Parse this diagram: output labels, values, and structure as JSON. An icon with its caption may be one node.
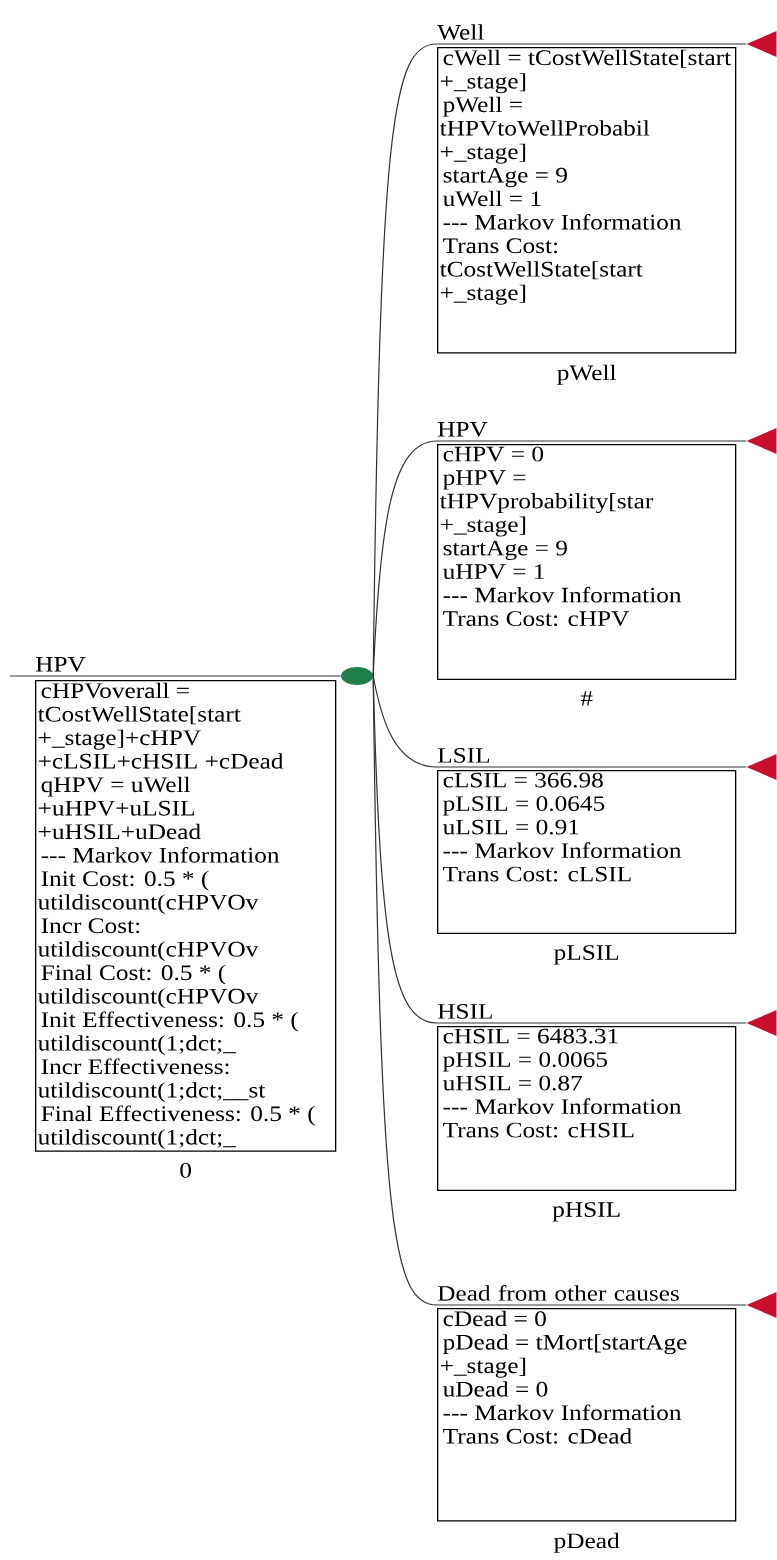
{
  "diagram": {
    "nodes": [
      {
        "text": [
          "HPV",
          "cHPVoverall = tCostWellState[start +_stage]+cHPV +cLSIL+cHSIL +cDead",
          "qHPV = uWell +uHPV+uLSIL +uHSIL+uDead",
          "--- Markov Information",
          "Init Cost: 0.5 * ( utildiscount(cHPVOv",
          "Incr Cost: utildiscount(cHPVOv",
          "Final Cost: 0.5 * ( utildiscount(cHPVOv",
          "Init Effectiveness: 0.5 * ( utildiscount(1;dct;_",
          "Incr Effectiveness: utildiscount(1;dct;__st",
          "Final Effectiveness: 0.5 * ( utildiscount(1;dct;_"
        ],
        "beside": [
          "0"
        ]
      },
      {
        "text": [],
        "shape": "circle"
      },
      {
        "text": [
          "Well",
          "cWell = tCostWellState[start +_stage]",
          "pWell = tHPVtoWellProbabil +_stage]",
          "startAge = 9",
          "uWell = 1",
          "--- Markov Information",
          "Trans Cost: tCostWellState[start +_stage]"
        ],
        "beside": [
          "pWell"
        ]
      },
      {
        "text": [
          "HPV",
          "cHPV = 0",
          "pHPV = tHPVprobability[star +_stage]",
          "startAge = 9",
          "uHPV = 1",
          "--- Markov Information",
          "Trans Cost: cHPV"
        ],
        "beside": [
          "#"
        ]
      },
      {
        "text": [
          "LSIL",
          "cLSIL = 366.98",
          "pLSIL = 0.0645",
          "uLSIL = 0.91",
          "--- Markov Information",
          "Trans Cost: cLSIL"
        ],
        "beside": [
          "pLSIL"
        ]
      },
      {
        "text": [
          "HSIL",
          "cHSIL = 6483.31",
          "pHSIL = 0.0065",
          "uHSIL = 0.87",
          "--- Markov Information",
          "Trans Cost: cHSIL"
        ],
        "beside": [
          "pHSIL"
        ]
      },
      {
        "text": [
          "Dead from other causes",
          "cDead = 0",
          "pDead = tMort[startAge +_stage]",
          "uDead = 0",
          "--- Markov Information",
          "Trans Cost: cDead"
        ],
        "beside": [
          "pDead"
        ]
      },
      {
        "text": [],
        "shape": "triangle"
      },
      {
        "text": [],
        "shape": "triangle"
      },
      {
        "text": [],
        "shape": "triangle"
      },
      {
        "text": [],
        "shape": "triangle"
      },
      {
        "text": [],
        "shape": "triangle"
      }
    ],
    "edges": [
      {
        "from": null,
        "to": 1,
        "arrow": "none"
      },
      {
        "from": 1,
        "to": 7,
        "arrow": "none"
      },
      {
        "from": 1,
        "to": 8,
        "arrow": "none"
      },
      {
        "from": 1,
        "to": 9,
        "arrow": "none"
      },
      {
        "from": 1,
        "to": 10,
        "arrow": "none"
      },
      {
        "from": 1,
        "to": 11,
        "arrow": "none"
      }
    ]
  }
}
